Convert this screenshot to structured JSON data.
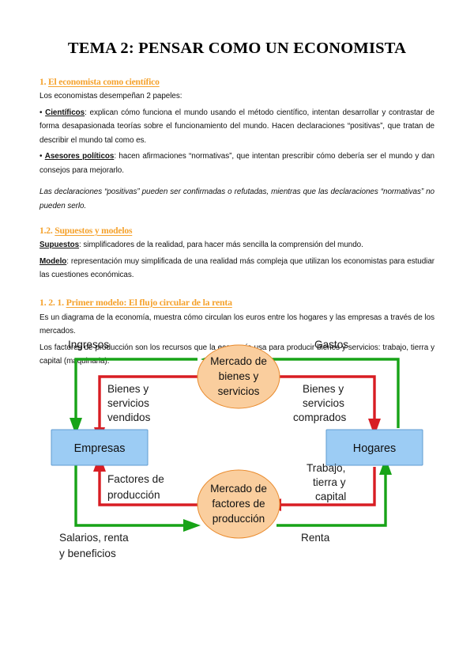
{
  "document": {
    "title": "TEMA 2: PENSAR COMO UN ECONOMISTA",
    "heading_color": "#F5A22D"
  },
  "sections": {
    "s1": {
      "number": "1.",
      "title": "El economista como científico",
      "intro": "Los economistas desempeñan 2 papeles:",
      "bullet1_label": "Científicos",
      "bullet1_text": ": explican cómo funciona el mundo usando el método científico, intentan desarrollar y contrastar de forma desapasionada teorías sobre el funcionamiento del mundo. Hacen declaraciones “positivas”, que tratan de describir el mundo tal como es.",
      "bullet2_label": "Asesores políticos",
      "bullet2_text": ": hacen afirmaciones “normativas”, que intentan prescribir cómo debería ser el mundo y dan consejos para mejorarlo.",
      "note_italic": "Las declaraciones “positivas” pueden ser confirmadas o refutadas, mientras que las declaraciones “normativas” no pueden serlo."
    },
    "s12": {
      "number": "1.2.",
      "title": "Supuestos y modelos",
      "term1_label": "Supuestos",
      "term1_text": ": simplificadores de la realidad, para hacer más sencilla la comprensión del mundo.",
      "term2_label": "Modelo",
      "term2_text": ": representación muy simplificada de una realidad más compleja que utilizan los economistas para estudiar las cuestiones económicas."
    },
    "s121": {
      "number": "1. 2. 1.",
      "title": "Primer modelo: El flujo circular de la renta",
      "para1": "Es un diagrama de la economía, muestra cómo circulan los euros entre los hogares y las empresas a través de los mercados.",
      "para2": "Los factores de producción son los recursos que la economía usa para producir bienes y servicios: trabajo, tierra y capital (maquinaria)."
    }
  },
  "diagram": {
    "name": "flujo-circular-de-la-renta",
    "colors": {
      "box_fill": "#9CCCF4",
      "box_stroke": "#5F9BD0",
      "ellipse_fill": "#FACE9E",
      "ellipse_stroke": "#E98B2E",
      "money_flow": "#17A317",
      "goods_flow": "#D81D23"
    },
    "nodes": {
      "market_goods": [
        "Mercado de",
        "bienes y",
        "servicios"
      ],
      "market_factors": [
        "Mercado de",
        "factores de",
        "producción"
      ],
      "firms": "Empresas",
      "households": "Hogares"
    },
    "labels": {
      "ingresos": "Ingresos",
      "gastos": "Gastos",
      "bienes_vendidos": [
        "Bienes y",
        "servicios",
        "vendidos"
      ],
      "bienes_comprados": [
        "Bienes y",
        "servicios",
        "comprados"
      ],
      "factores_produccion": [
        "Factores de",
        "producción"
      ],
      "trabajo_tierra_capital": [
        "Trabajo,",
        "tierra y",
        "capital"
      ],
      "salarios": [
        "Salarios, renta",
        "y beneficios"
      ],
      "renta": "Renta"
    }
  }
}
